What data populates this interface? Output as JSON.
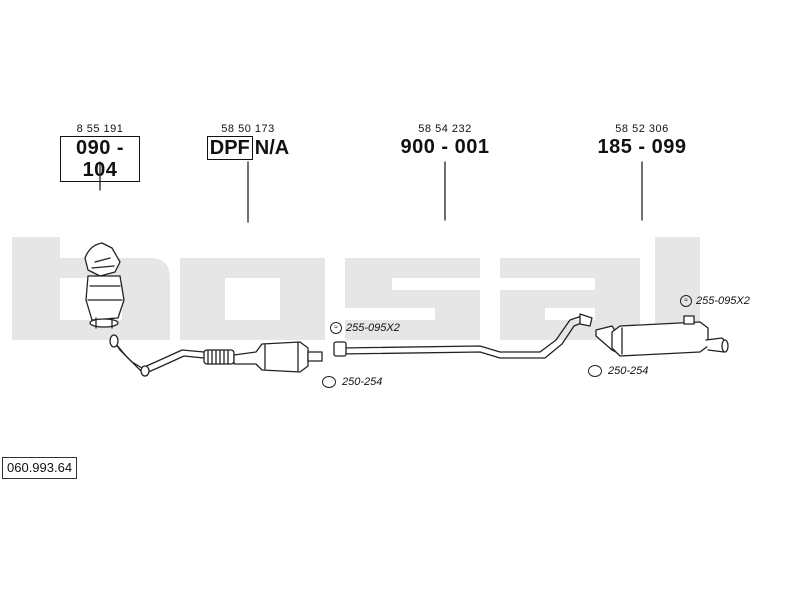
{
  "diagram_number": "060.993.64",
  "main_parts": [
    {
      "ref": "8 55 191",
      "code": "090 - 104",
      "boxed": true
    },
    {
      "ref": "58 50 173",
      "code": "DPF",
      "suffix": "N/A",
      "boxed_prefix": true
    },
    {
      "ref": "58 54 232",
      "code": "900 - 001",
      "boxed": false
    },
    {
      "ref": "58 52 306",
      "code": "185 - 099",
      "boxed": false
    }
  ],
  "small_parts": [
    {
      "code": "255-095X2",
      "icon": "bracket-icon"
    },
    {
      "code": "250-254",
      "icon": "clamp-icon"
    },
    {
      "code": "255-095X2",
      "icon": "bracket-icon"
    },
    {
      "code": "250-254",
      "icon": "clamp-icon"
    }
  ],
  "colors": {
    "watermark": "#e6e6e6",
    "line": "#222222",
    "pipe_fill": "#ffffff"
  }
}
